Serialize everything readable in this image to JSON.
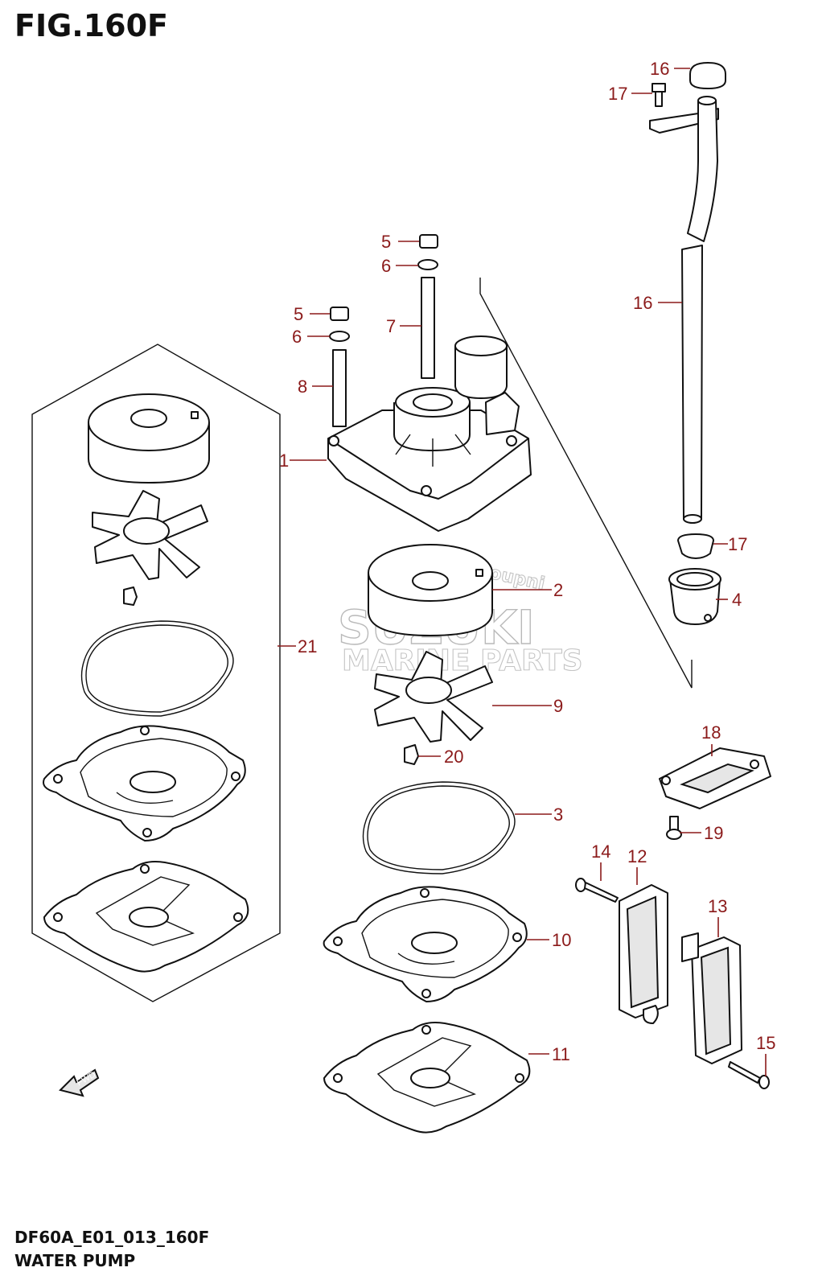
{
  "figure": {
    "title": "FIG.160F",
    "code": "DF60A_E01_013_160F",
    "name": "WATER PUMP"
  },
  "watermarks": {
    "brand": "SUZUKI",
    "subtitle": "MARINE PARTS",
    "site": "Motogroupni"
  },
  "fwd_marker": "FWD",
  "callouts": [
    "1",
    "2",
    "3",
    "4",
    "5",
    "5",
    "6",
    "6",
    "7",
    "8",
    "9",
    "10",
    "11",
    "12",
    "13",
    "14",
    "15",
    "16",
    "16",
    "17",
    "17",
    "18",
    "19",
    "20",
    "21"
  ],
  "colors": {
    "callout": "#8b1a1a",
    "line": "#111111"
  }
}
